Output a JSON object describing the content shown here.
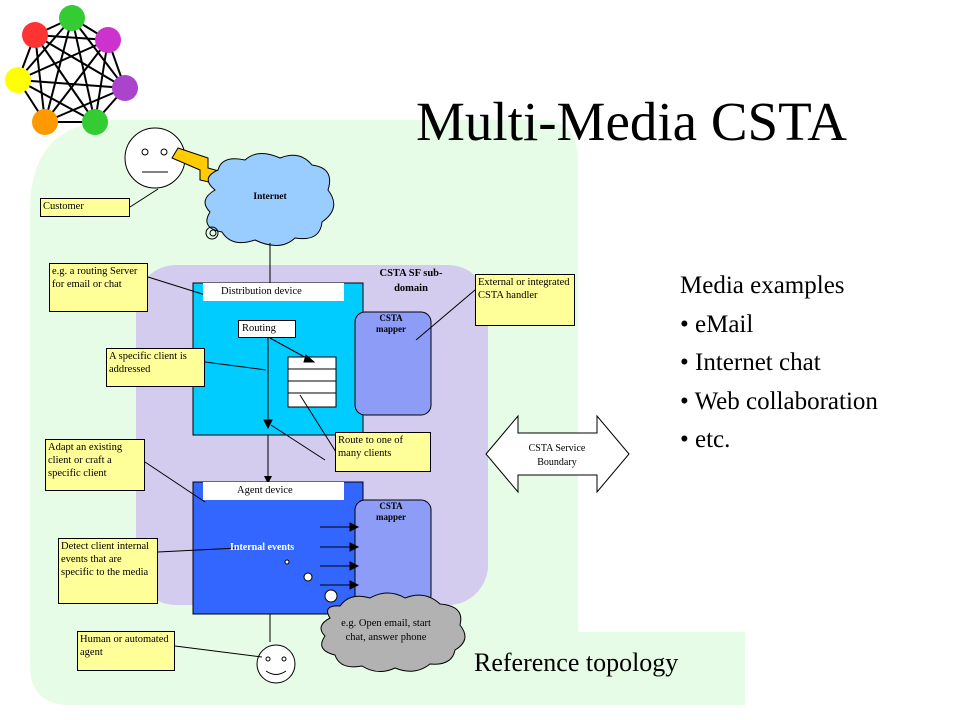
{
  "title": "Multi-Media CSTA",
  "labels": {
    "customer": "Customer",
    "internet": "Internet",
    "routing_server_note": "e.g. a routing Server for email or chat",
    "distribution_device": "Distribution device",
    "csta_sf_subdomain": "CSTA SF sub-domain",
    "external_handler_note": "External or integrated CSTA handler",
    "routing": "Routing",
    "csta_mapper_top": "CSTA mapper",
    "specific_client_note": "A specific client is addressed",
    "route_note": "Route to one of many clients",
    "adapt_client_note": "Adapt an existing client or craft a specific client",
    "csta_service_boundary": "CSTA Service Boundary",
    "agent_device": "Agent device",
    "csta_mapper_bottom": "CSTA mapper",
    "internal_events": "Internal events",
    "detect_note": "Detect client internal events that are specific to the media",
    "cloud_note": "e.g. Open email, start chat, answer phone",
    "human_agent_note": "Human or automated agent",
    "reference_topology": "Reference topology"
  },
  "media": {
    "heading": "Media examples",
    "items": [
      "eMail",
      "Internet chat",
      "Web collaboration",
      "etc."
    ]
  },
  "colors": {
    "green_bg": "#e6fce6",
    "lavender": "#d4ccef",
    "cyan_box": "#00ccff",
    "blue_box": "#3366ff",
    "mapper": "#8c9cf7",
    "note": "#ffff99",
    "cloud_internet": "#99ccff",
    "cloud_grey": "#b2b2b2",
    "bolt": "#ffcc00"
  }
}
